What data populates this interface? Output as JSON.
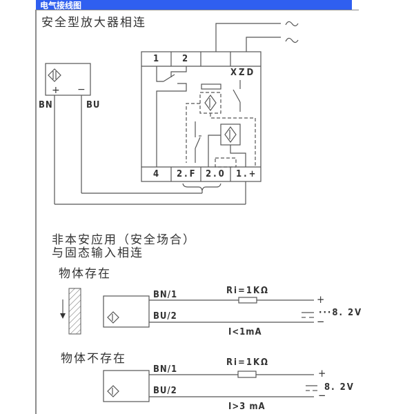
{
  "window": {
    "title": "电气接线图",
    "title_color": "#2f5ff0"
  },
  "section_safe": {
    "heading": "安全型放大器相连",
    "sensor": {
      "plus": "+",
      "minus": "−",
      "wire_bn": "BN",
      "wire_bu": "BU",
      "icon": "inductive-sensor-icon"
    },
    "supply": {
      "ac_symbol_1": "∼",
      "ac_symbol_2": "∼"
    },
    "amplifier": {
      "top_terminals": [
        "1",
        "2",
        "",
        ""
      ],
      "bottom_terminals": [
        "4",
        "2.F",
        "2.0",
        "1.+"
      ],
      "indicator_label": "XZD"
    }
  },
  "section_nonsafe": {
    "heading_line1": "非本安应用（安全场合）",
    "heading_line2": "与固态输入相连",
    "present": {
      "heading": "物体存在",
      "wire1": "BN/1",
      "wire2": "BU/2",
      "resistor": "Ri=1KΩ",
      "plus": "+",
      "minus": "−",
      "voltage": "···8. 2V",
      "current": "I<1mA"
    },
    "absent": {
      "heading": "物体不存在",
      "wire1": "BN/1",
      "wire2": "BU/2",
      "resistor": "Ri=1KΩ",
      "plus": "+",
      "minus": "−",
      "voltage": "8. 2V",
      "current": "I>3 mA"
    }
  }
}
